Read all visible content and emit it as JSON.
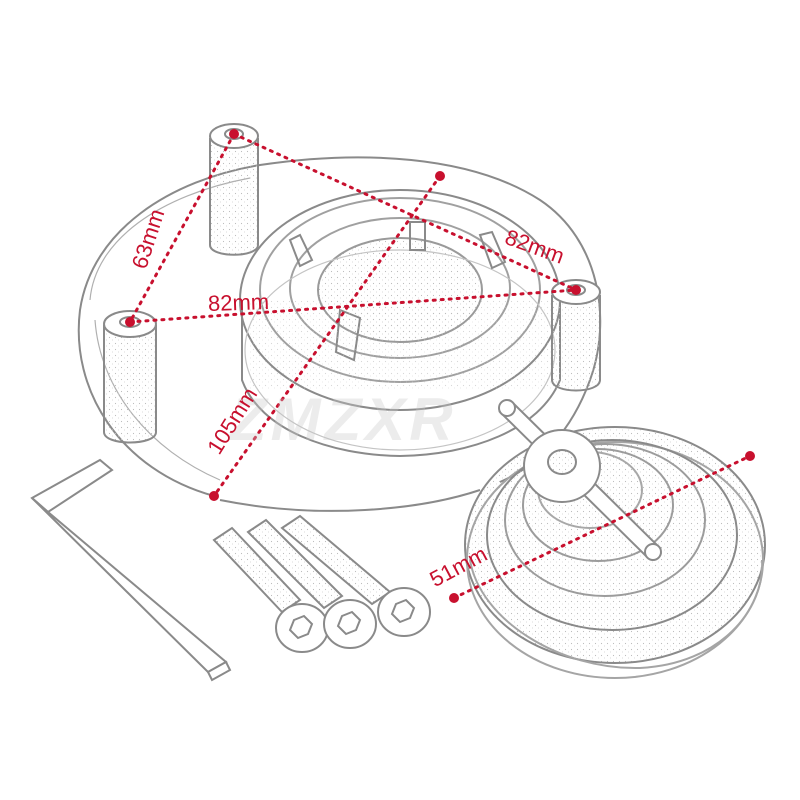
{
  "watermark": {
    "text": "ZMZXR"
  },
  "dimensions": {
    "post_spacing": "63mm",
    "post_diagonal": "82mm",
    "ring_width": "82mm",
    "plate_diameter": "105mm",
    "cap_diameter": "51mm"
  },
  "colors": {
    "dimension_red": "#c8102e",
    "line_art": "#8a8a8a"
  }
}
